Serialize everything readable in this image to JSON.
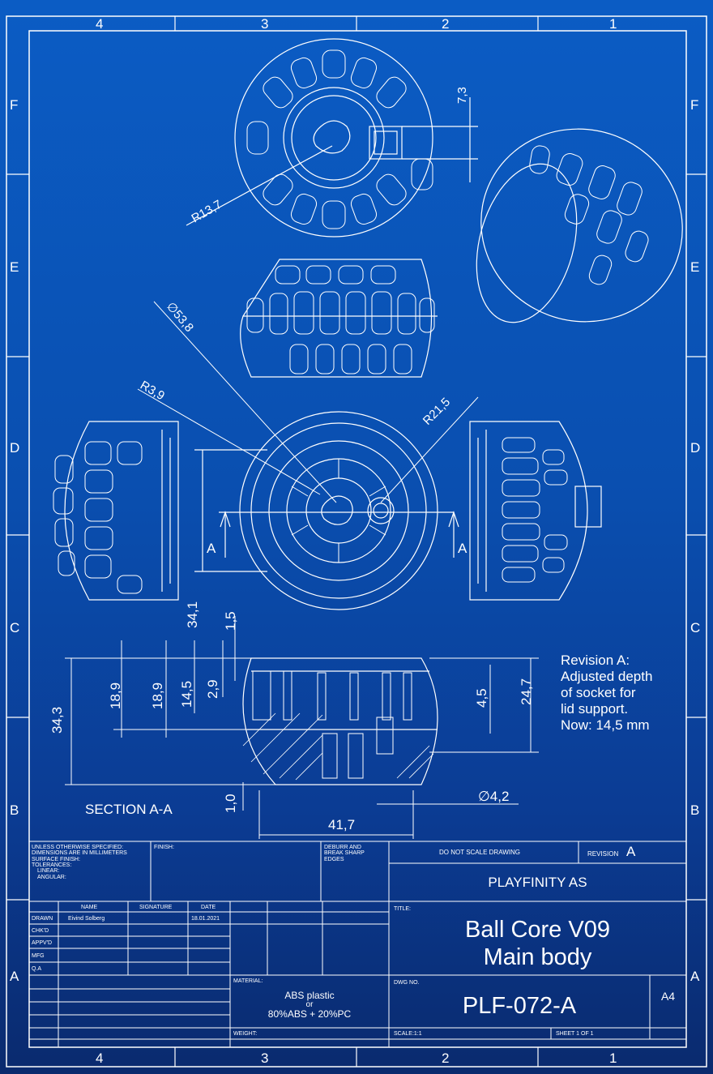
{
  "border": {
    "columns": [
      "4",
      "3",
      "2",
      "1"
    ],
    "rows": [
      "F",
      "E",
      "D",
      "C",
      "B",
      "A"
    ]
  },
  "views": {
    "section_label": "SECTION A-A",
    "section_marker": "A"
  },
  "dimensions": {
    "r13_7": "R13,7",
    "d7_3": "7,3",
    "phi53_8": "∅53,8",
    "r3_9": "R3,9",
    "r21_5": "R21,5",
    "d34_1": "34,1",
    "d1_5": "1,5",
    "d34_3": "34,3",
    "d18_9a": "18,9",
    "d18_9b": "18,9",
    "d14_5": "14,5",
    "d2_9": "2,9",
    "d4_5": "4,5",
    "d24_7": "24,7",
    "d1_0": "1,0",
    "phi4_2": "∅4,2",
    "d41_7": "41,7"
  },
  "revision_note": [
    "Revision A:",
    "Adjusted depth",
    "of socket for",
    "lid support.",
    "Now: 14,5 mm"
  ],
  "title_block": {
    "general_notes": [
      "UNLESS OTHERWISE SPECIFIED:",
      "DIMENSIONS ARE IN MILLIMETERS",
      "SURFACE FINISH:",
      "TOLERANCES:",
      "LINEAR:",
      "ANGULAR:"
    ],
    "finish_label": "FINISH:",
    "deburr": [
      "DEBURR AND",
      "BREAK SHARP",
      "EDGES"
    ],
    "do_not_scale": "DO NOT SCALE DRAWING",
    "revision_label": "REVISION",
    "revision_value": "A",
    "company": "PLAYFINITY AS",
    "headers": {
      "name": "NAME",
      "signature": "SIGNATURE",
      "date": "DATE"
    },
    "roles": [
      "DRAWN",
      "CHK'D",
      "APPV'D",
      "MFG",
      "Q.A"
    ],
    "drawn_by": "Eivind Solberg",
    "drawn_date": "18.01.2021",
    "title_label": "TITLE:",
    "title_line1": "Ball Core V09",
    "title_line2": "Main body",
    "material_label": "MATERIAL:",
    "material": [
      "ABS plastic",
      "or",
      "80%ABS + 20%PC"
    ],
    "dwg_no_label": "DWG NO.",
    "dwg_no": "PLF-072-A",
    "size": "A4",
    "weight_label": "WEIGHT:",
    "scale": "SCALE:1:1",
    "sheet": "SHEET 1 OF 1"
  },
  "colors": {
    "background_top": "#0b5cc4",
    "background_bottom": "#0a2a6e",
    "lines": "#ffffff"
  }
}
